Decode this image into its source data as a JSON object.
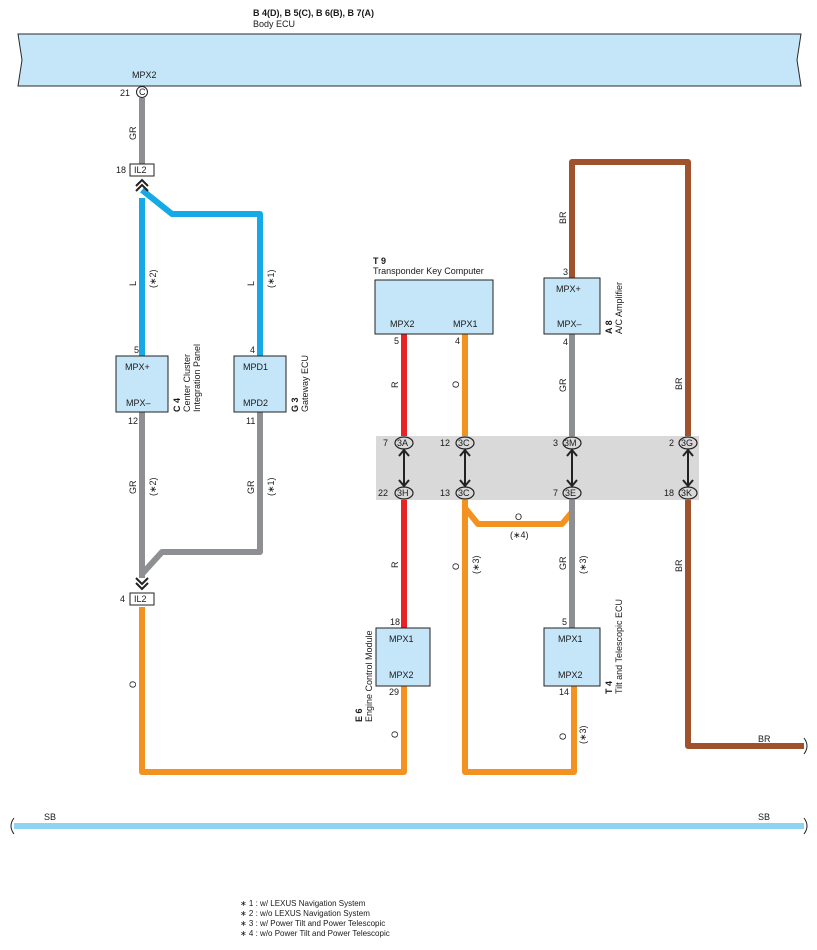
{
  "header": {
    "connectors": "B 4(D), B 5(C), B 6(B), B 7(A)",
    "name": "Body ECU",
    "pin_label": "MPX2",
    "pin_number": "21",
    "pin_code": "C"
  },
  "junctions": {
    "top_il2": {
      "label": "IL2",
      "pin": "18"
    },
    "bottom_il2": {
      "label": "IL2",
      "pin": "4"
    }
  },
  "components": {
    "c4": {
      "code": "C 4",
      "name_line1": "Center Cluster",
      "name_line2": "Integration Panel",
      "top_pin": "MPX+",
      "bottom_pin": "MPX–",
      "top_num": "5",
      "bottom_num": "12"
    },
    "g3": {
      "code": "G 3",
      "name": "Gateway ECU",
      "top_pin": "MPD1",
      "bottom_pin": "MPD2",
      "top_num": "4",
      "bottom_num": "11"
    },
    "t9": {
      "code": "T 9",
      "name": "Transponder Key Computer",
      "pin_left": "MPX2",
      "pin_right": "MPX1",
      "num_left": "5",
      "num_right": "4"
    },
    "a8": {
      "code": "A 8",
      "name": "A/C Amplifier",
      "top_pin": "MPX+",
      "bottom_pin": "MPX–",
      "top_num": "3",
      "bottom_num": "4"
    },
    "e6": {
      "code": "E 6",
      "name": "Engine Control Module",
      "top_pin": "MPX1",
      "bottom_pin": "MPX2",
      "top_num": "18",
      "bottom_num": "29"
    },
    "t4": {
      "code": "T 4",
      "name": "Tilt and Telescopic ECU",
      "top_pin": "MPX1",
      "bottom_pin": "MPX2",
      "top_num": "5",
      "bottom_num": "14"
    }
  },
  "joint_connectors": [
    {
      "top_num": "7",
      "top_code": "3A",
      "bottom_num": "22",
      "bottom_code": "3H"
    },
    {
      "top_num": "12",
      "top_code": "3C",
      "bottom_num": "13",
      "bottom_code": "3C"
    },
    {
      "top_num": "3",
      "top_code": "3M",
      "bottom_num": "7",
      "bottom_code": "3E"
    },
    {
      "top_num": "2",
      "top_code": "3G",
      "bottom_num": "18",
      "bottom_code": "3K"
    }
  ],
  "wire_labels": {
    "gr": "GR",
    "l": "L",
    "r": "R",
    "o": "O",
    "br": "BR",
    "sb": "SB"
  },
  "conditions": {
    "c1": "(∗1)",
    "c2": "(∗2)",
    "c3": "(∗3)",
    "c4": "(∗4)"
  },
  "notes": [
    "∗ 1 : w/ LEXUS Navigation System",
    "∗ 2 : w/o LEXUS Navigation System",
    "∗ 3 : w/ Power Tilt and Power Telescopic",
    "∗ 4 : w/o Power Tilt and Power Telescopic"
  ],
  "colors": {
    "ecu_fill": "#c5e6f8",
    "gray_wire": "#8e8f93",
    "blue_wire": "#15a9e5",
    "red_wire": "#e62428",
    "orange_wire": "#f39220",
    "brown_wire": "#a0522d",
    "sb_wire": "#8fd3f2",
    "joint_box": "#d9d9d9"
  }
}
